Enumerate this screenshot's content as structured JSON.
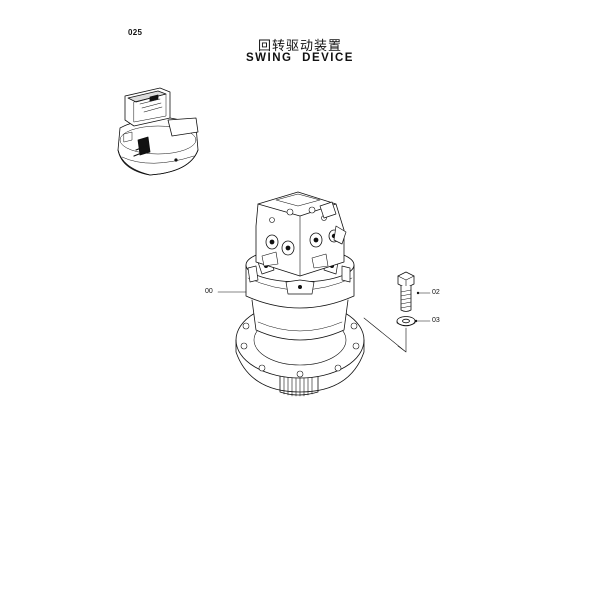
{
  "page": {
    "number": "025",
    "title_cn": "回转驱动装置",
    "title_en": "SWING  DEVICE"
  },
  "callouts": [
    {
      "id": "00"
    },
    {
      "id": "02"
    },
    {
      "id": "03"
    }
  ]
}
